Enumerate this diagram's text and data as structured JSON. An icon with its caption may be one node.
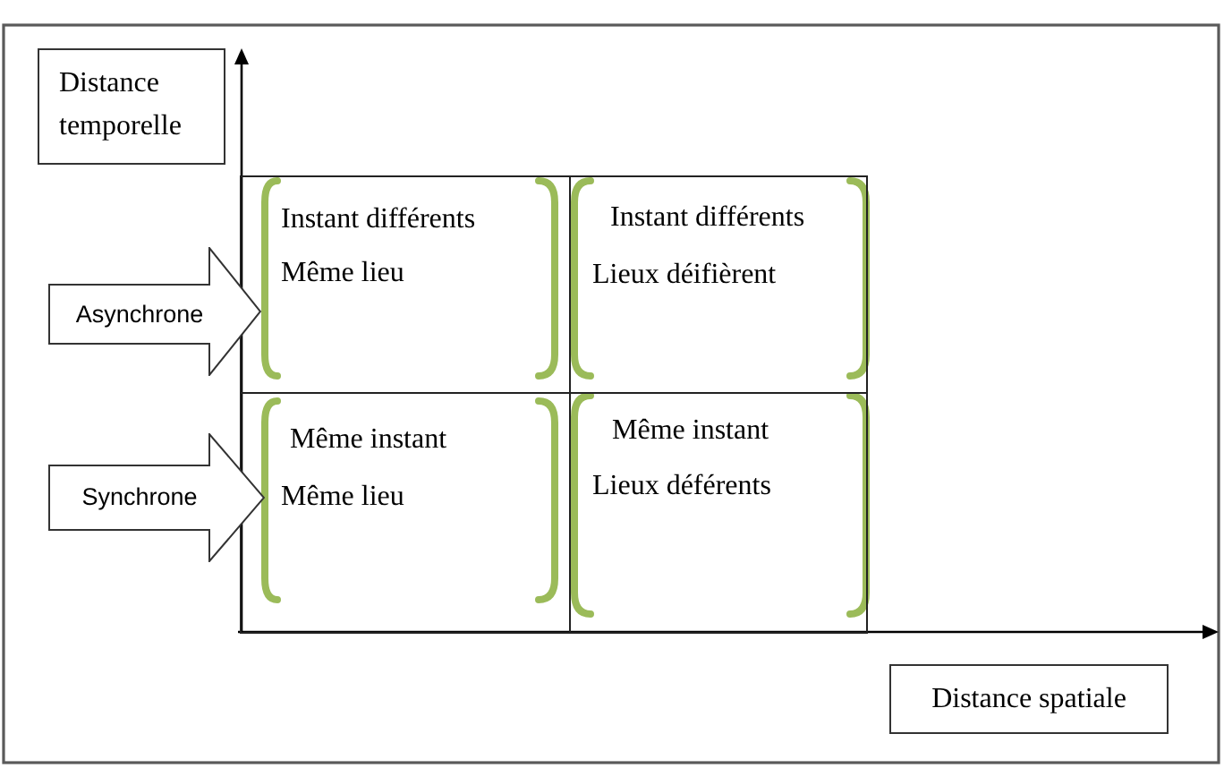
{
  "diagram": {
    "nodes": [
      {
        "text": [
          "Distance temporelle"
        ]
      },
      {
        "text": [
          "Asynchrone"
        ]
      },
      {
        "text": [
          "Instant différents",
          "Même lieu"
        ]
      },
      {
        "text": [
          "Instant différents",
          "Lieux déifièrent"
        ]
      },
      {
        "text": [
          "Synchrone"
        ]
      },
      {
        "text": [
          "Même instant",
          "Même lieu"
        ]
      },
      {
        "text": [
          "Même instant",
          "Lieux déférents"
        ]
      },
      {
        "text": [
          "Distance spatiale"
        ]
      }
    ]
  }
}
